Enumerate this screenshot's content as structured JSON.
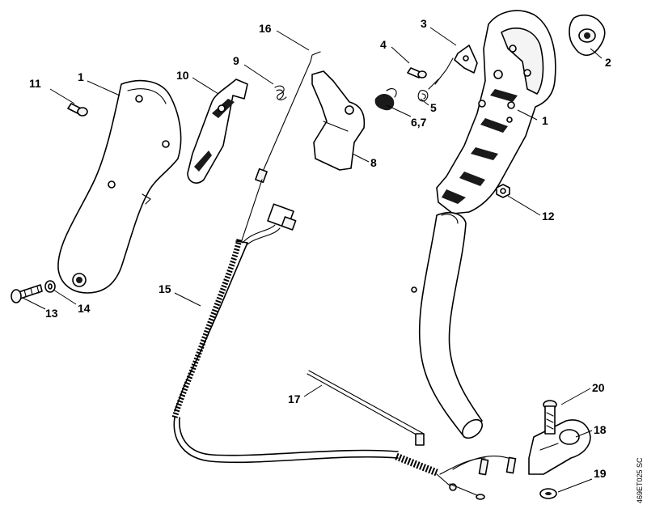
{
  "callouts": {
    "c1a": "1",
    "c1b": "1",
    "c2": "2",
    "c3": "3",
    "c4": "4",
    "c5": "5",
    "c67": "6,7",
    "c8": "8",
    "c9": "9",
    "c10": "10",
    "c11": "11",
    "c12": "12",
    "c13": "13",
    "c14": "14",
    "c15": "15",
    "c16": "16",
    "c17": "17",
    "c18": "18",
    "c19": "19",
    "c20": "20"
  },
  "drawing_code": "469ET025 SC"
}
